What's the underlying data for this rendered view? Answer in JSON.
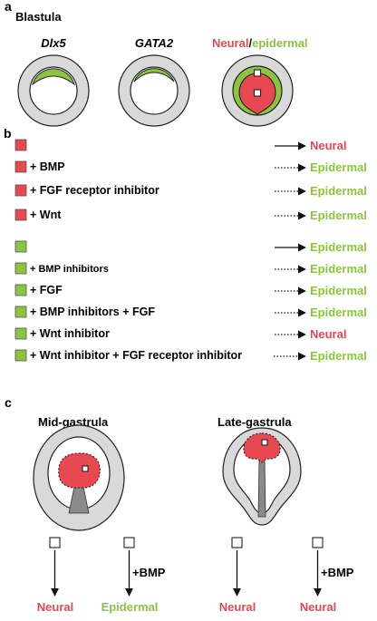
{
  "panel_a": {
    "letter": "a",
    "title": "Blastula",
    "gene1": "Dlx5",
    "gene2": "GATA2",
    "fate_neural": "Neural",
    "fate_slash": "/",
    "fate_epidermal": "epidermal"
  },
  "panel_b": {
    "letter": "b",
    "rows": [
      {
        "square": "red",
        "label": "",
        "outcome": "Neural",
        "outcome_color": "red"
      },
      {
        "square": "red",
        "label": "+ BMP",
        "outcome": "Epidermal",
        "outcome_color": "green"
      },
      {
        "square": "red",
        "label": "+ FGF receptor inhibitor",
        "outcome": "Epidermal",
        "outcome_color": "green"
      },
      {
        "square": "red",
        "label": "+ Wnt",
        "outcome": "Epidermal",
        "outcome_color": "green"
      },
      {
        "square": "green",
        "label": "",
        "outcome": "Epidermal",
        "outcome_color": "green"
      },
      {
        "square": "green",
        "label": "+ BMP inhibitors",
        "outcome": "Epidermal",
        "outcome_color": "green"
      },
      {
        "square": "green",
        "label": "+ FGF",
        "outcome": "Epidermal",
        "outcome_color": "green"
      },
      {
        "square": "green",
        "label": "+ BMP inhibitors + FGF",
        "outcome": "Epidermal",
        "outcome_color": "green"
      },
      {
        "square": "green",
        "label": "+ Wnt inhibitor",
        "outcome": "Neural",
        "outcome_color": "red"
      },
      {
        "square": "green",
        "label": "+ Wnt inhibitor + FGF receptor inhibitor",
        "outcome": "Epidermal",
        "outcome_color": "green"
      }
    ]
  },
  "panel_c": {
    "letter": "c",
    "mid_title": "Mid-gastrula",
    "late_title": "Late-gastrula",
    "bmp_label": "+BMP",
    "mid_outcomes": [
      "Neural",
      "Epidermal"
    ],
    "late_outcomes": [
      "Neural",
      "Neural"
    ]
  },
  "colors": {
    "neural": "#e8484f",
    "epidermal": "#8bc43f",
    "ring": "#d9d9d9"
  }
}
